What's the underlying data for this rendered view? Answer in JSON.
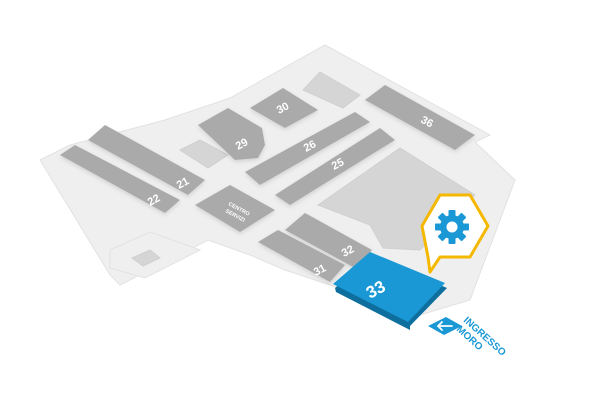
{
  "map": {
    "halls": [
      {
        "id": "30",
        "label": "30"
      },
      {
        "id": "36",
        "label": "36"
      },
      {
        "id": "29",
        "label": "29"
      },
      {
        "id": "26",
        "label": "26"
      },
      {
        "id": "25",
        "label": "25"
      },
      {
        "id": "21",
        "label": "21"
      },
      {
        "id": "22",
        "label": "22"
      },
      {
        "id": "centro-servizi",
        "label": "CENTRO SERVIZI",
        "line1": "CENTRO",
        "line2": "SERVIZI"
      },
      {
        "id": "32",
        "label": "32"
      },
      {
        "id": "31",
        "label": "31"
      },
      {
        "id": "33",
        "label": "33",
        "highlighted": true
      }
    ],
    "entrance": {
      "line1": "INGRESSO",
      "line2": "MORO",
      "arrow": "arrow-left-icon"
    },
    "marker": {
      "icon": "gear-icon"
    },
    "colors": {
      "ground": "#efefef",
      "hall": "#aaaaaa",
      "hall_light": "#d5d5d5",
      "highlight": "#1a98d5",
      "marker_border": "#f5b800",
      "entrance": "#1a98d5"
    }
  }
}
